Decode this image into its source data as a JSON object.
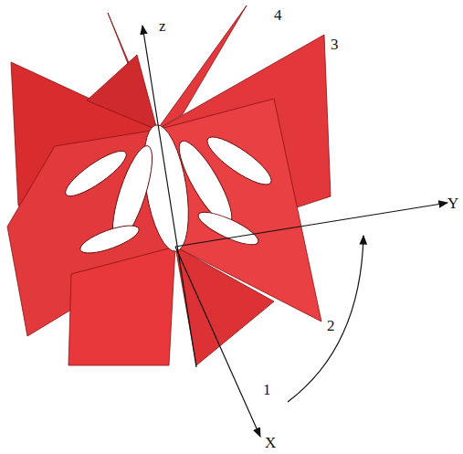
{
  "diagram": {
    "labels": [
      "z",
      "4",
      "3",
      "Y",
      "2",
      "1",
      "X"
    ]
  }
}
